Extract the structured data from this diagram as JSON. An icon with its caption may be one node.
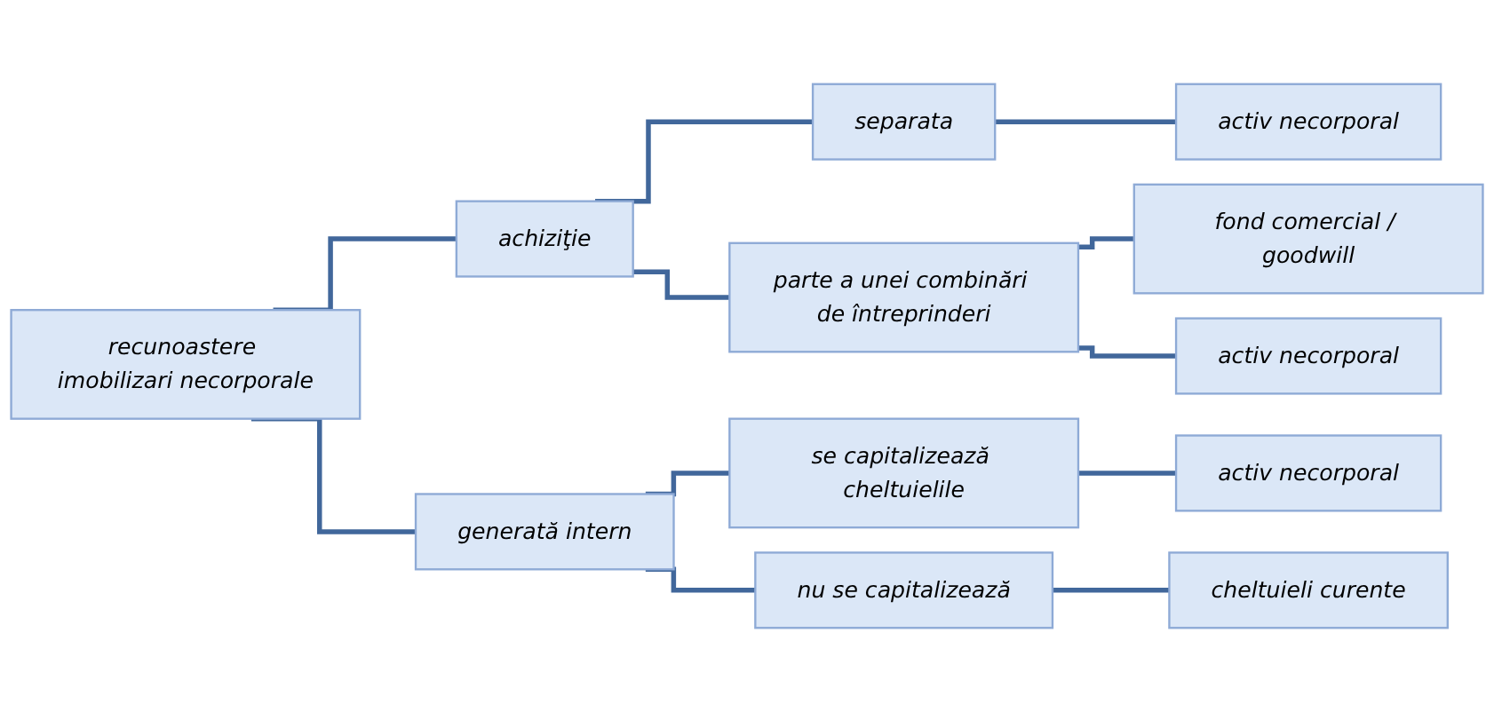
{
  "diagram": {
    "nodes": [
      {
        "text": [
          "recunoastere imobilizari necorporale"
        ]
      },
      {
        "text": [
          "achiziţie"
        ]
      },
      {
        "text": [
          "separata"
        ]
      },
      {
        "text": [
          "activ necorporal"
        ]
      },
      {
        "text": [
          "parte a unei combinări de întreprinderi"
        ]
      },
      {
        "text": [
          "fond comercial / goodwill"
        ]
      },
      {
        "text": [
          "activ necorporal"
        ]
      },
      {
        "text": [
          "generată intern"
        ]
      },
      {
        "text": [
          "se capitalizează cheltuielile"
        ]
      },
      {
        "text": [
          "activ necorporal"
        ]
      },
      {
        "text": [
          "nu se capitalizează"
        ]
      },
      {
        "text": [
          "cheltuieli curente"
        ]
      }
    ],
    "edges": [
      {
        "from": 0,
        "to": 1,
        "arrow": "none"
      },
      {
        "from": 1,
        "to": 2,
        "arrow": "none"
      },
      {
        "from": 2,
        "to": 3,
        "arrow": "none"
      },
      {
        "from": 1,
        "to": 4,
        "arrow": "none"
      },
      {
        "from": 4,
        "to": 5,
        "arrow": "none"
      },
      {
        "from": 4,
        "to": 6,
        "arrow": "none"
      },
      {
        "from": 0,
        "to": 7,
        "arrow": "none"
      },
      {
        "from": 7,
        "to": 8,
        "arrow": "none"
      },
      {
        "from": 8,
        "to": 9,
        "arrow": "none"
      },
      {
        "from": 7,
        "to": 10,
        "arrow": "none"
      },
      {
        "from": 10,
        "to": 11,
        "arrow": "none"
      }
    ]
  }
}
